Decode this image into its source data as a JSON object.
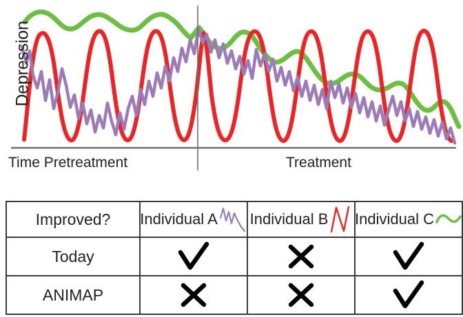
{
  "chart": {
    "y_axis_title": "Depression",
    "x_labels": {
      "pretreatment": "Time Pretreatment",
      "treatment": "Treatment"
    }
  },
  "colors": {
    "individual_a": "#9b7cb8",
    "individual_b": "#ee2424",
    "individual_c": "#6cbf43",
    "axis": "#6d6e71",
    "divider": "#6d6e71",
    "text": "#231f20",
    "table_border": "#3a3a3a"
  },
  "chart_data": {
    "type": "line",
    "title": "",
    "xlabel": "Time",
    "ylabel": "Depression",
    "grid": false,
    "legend_position": "none",
    "annotations": [
      {
        "text": "Time Pretreatment",
        "region": "left-of-divider"
      },
      {
        "text": "Treatment",
        "region": "right-of-divider"
      },
      {
        "text": "treatment-start vertical divider",
        "x": 287
      }
    ],
    "x_range": [
      0,
      1
    ],
    "y_range": [
      0,
      1
    ],
    "phases": [
      {
        "name": "Pretreatment",
        "x_start": 0.0,
        "x_end": 0.44
      },
      {
        "name": "Treatment",
        "x_start": 0.44,
        "x_end": 1.0
      }
    ],
    "series": [
      {
        "name": "Individual A",
        "color": "#9b7cb8",
        "style": "jagged high-frequency noise",
        "description": "Noisy, no smooth trend; pretreatment mid-level with large irregular spikes, treatment slowly declines but remains jagged",
        "pretreatment_mean": 0.52,
        "treatment_end_level": 0.08,
        "improved_today": true,
        "improved_animap": false
      },
      {
        "name": "Individual B",
        "color": "#ee2424",
        "style": "high-amplitude regular oscillation",
        "description": "Large regular sinusoidal cycles of constant amplitude both before and after treatment; no change",
        "pretreatment_mean": 0.5,
        "treatment_end_level": 0.5,
        "amplitude": 0.9,
        "cycles_pretreatment": 4,
        "cycles_treatment": 6,
        "improved_today": false,
        "improved_animap": false
      },
      {
        "name": "Individual C",
        "color": "#6cbf43",
        "style": "smooth low-amplitude wave with clear downward trend",
        "description": "High and flat during pretreatment, steadily declining through treatment",
        "pretreatment_mean": 0.9,
        "treatment_end_level": 0.18,
        "improved_today": true,
        "improved_animap": true
      }
    ]
  },
  "table": {
    "columns": [
      {
        "label": "Improved?",
        "spark": "none"
      },
      {
        "label": "Individual A",
        "spark": "jagged-purple"
      },
      {
        "label": "Individual B",
        "spark": "zigzag-red"
      },
      {
        "label": "Individual C",
        "spark": "wave-green"
      }
    ],
    "rows": [
      {
        "label": "Today",
        "cells": [
          {
            "mark": "check",
            "glyph": "✓"
          },
          {
            "mark": "cross",
            "glyph": "✕"
          },
          {
            "mark": "check",
            "glyph": "✓"
          }
        ]
      },
      {
        "label": "ANIMAP",
        "cells": [
          {
            "mark": "cross",
            "glyph": "✕"
          },
          {
            "mark": "cross",
            "glyph": "✕"
          },
          {
            "mark": "check",
            "glyph": "✓"
          }
        ]
      }
    ]
  }
}
